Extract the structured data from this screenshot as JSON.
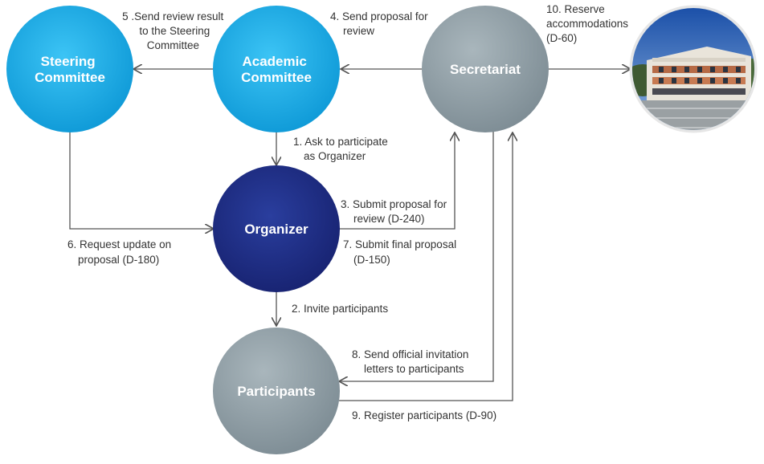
{
  "nodes": {
    "steering": {
      "lines": [
        "Steering",
        "Committee"
      ],
      "color": "#1aa7e0"
    },
    "academic": {
      "lines": [
        "Academic",
        "Committee"
      ],
      "color": "#1aa7e0"
    },
    "secretariat": {
      "lines": [
        "Secretariat"
      ],
      "color": "#8f9ea6"
    },
    "organizer": {
      "lines": [
        "Organizer"
      ],
      "color": "#1f2f86"
    },
    "participants": {
      "lines": [
        "Participants"
      ],
      "color": "#7f8e96"
    },
    "photo": {
      "icon": "building-photo"
    }
  },
  "steps": {
    "s1": [
      "1. Ask to participate",
      "as Organizer"
    ],
    "s2": [
      "2. Invite participants"
    ],
    "s3": [
      "3. Submit proposal for",
      "review (D-240)"
    ],
    "s4": [
      "4. Send proposal for",
      "review"
    ],
    "s5": [
      "5 .Send review result",
      "to the Steering",
      "Committee"
    ],
    "s6": [
      "6. Request update on",
      "proposal (D-180)"
    ],
    "s7": [
      "7. Submit final proposal",
      "(D-150)"
    ],
    "s8": [
      "8. Send official invitation",
      "letters to participants"
    ],
    "s9": [
      "9. Register participants (D-90)"
    ],
    "s10": [
      "10. Reserve",
      "accommodations",
      "(D-60)"
    ]
  }
}
